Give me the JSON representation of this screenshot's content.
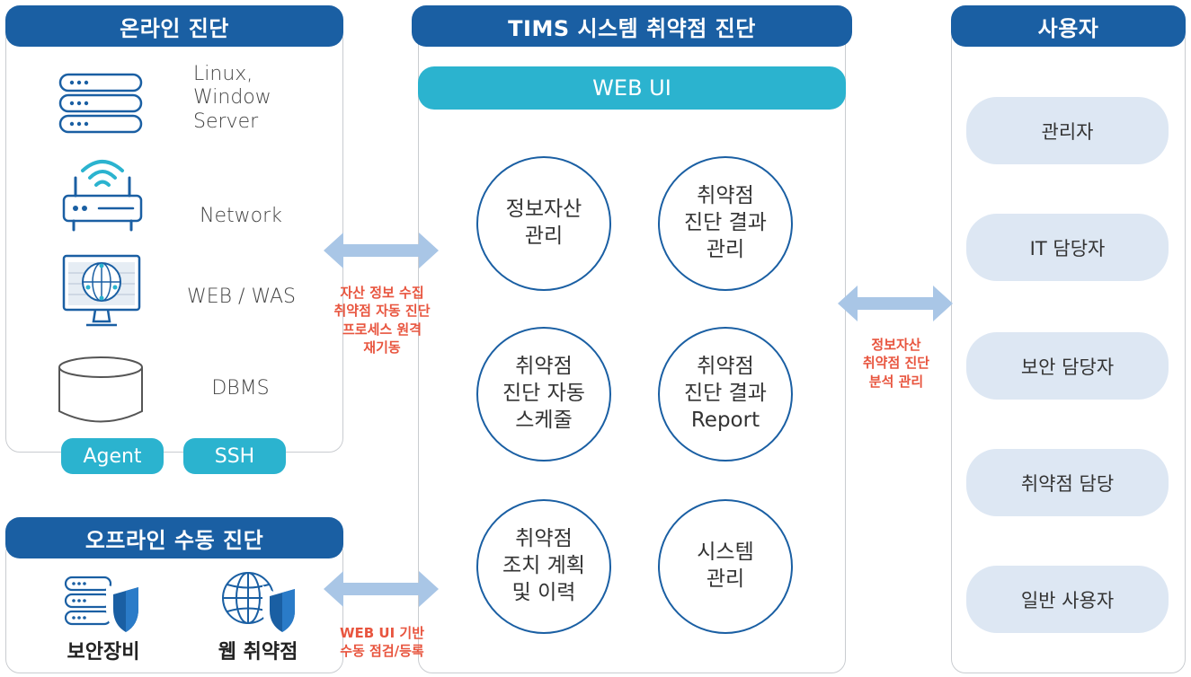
{
  "online": {
    "title": "온라인 진단",
    "sources": [
      {
        "icon": "server-rack-icon",
        "label": "Linux,\nWindow\nServer"
      },
      {
        "icon": "wifi-router-icon",
        "label": "Network"
      },
      {
        "icon": "web-monitor-icon",
        "label": "WEB / WAS"
      },
      {
        "icon": "database-icon",
        "label": "DBMS"
      }
    ],
    "agent": "Agent",
    "ssh": "SSH"
  },
  "offline": {
    "title": "오프라인  수동 진단",
    "items": [
      {
        "icon": "security-server-shield-icon",
        "label": "보안장비"
      },
      {
        "icon": "web-globe-shield-icon",
        "label": "웹 취약점"
      }
    ]
  },
  "center": {
    "title": "TIMS  시스템 취약점 진단",
    "webui": "WEB UI",
    "functions": [
      "정보자산\n관리",
      "취약점\n진단 결과\n관리",
      "취약점\n진단 자동\n스케줄",
      "취약점\n진단 결과\nReport",
      "취약점\n조치 계획\n및 이력",
      "시스템\n관리"
    ]
  },
  "users": {
    "title": "사용자",
    "items": [
      "관리자",
      "IT 담당자",
      "보안 담당자",
      "취약점  담당",
      "일반 사용자"
    ]
  },
  "notes": {
    "online_flow": "자산 정보 수집\n취약점 자동 진단\n프로세스 원격\n재기동",
    "offline_flow": "WEB UI 기반\n수동 점검/등록",
    "user_flow": "정보자산\n취약점 진단\n분석 관리"
  },
  "colors": {
    "header": "#1a5fa3",
    "pill": "#2bb3cf",
    "user_box": "#dde7f3",
    "arrow": "#a9c6e6",
    "note": "#e8553f"
  }
}
